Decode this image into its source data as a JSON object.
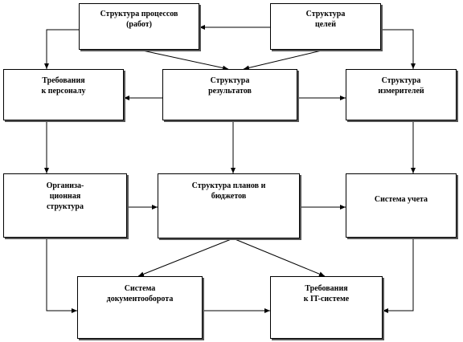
{
  "boxes": {
    "processes": "Структура процессов\n(работ)",
    "goals": "Структура\nцелей",
    "staff": "Требования\nк персоналу",
    "results": "Структура\nрезультатов",
    "metrics": "Структура\nизмерителей",
    "org": "Организа-\nционная\nструктура",
    "plans": "Структура планов и\nбюджетов",
    "accounting": "Система учета",
    "docflow": "Система\nдокументооборота",
    "it": "Требования\nк IT-системе"
  }
}
